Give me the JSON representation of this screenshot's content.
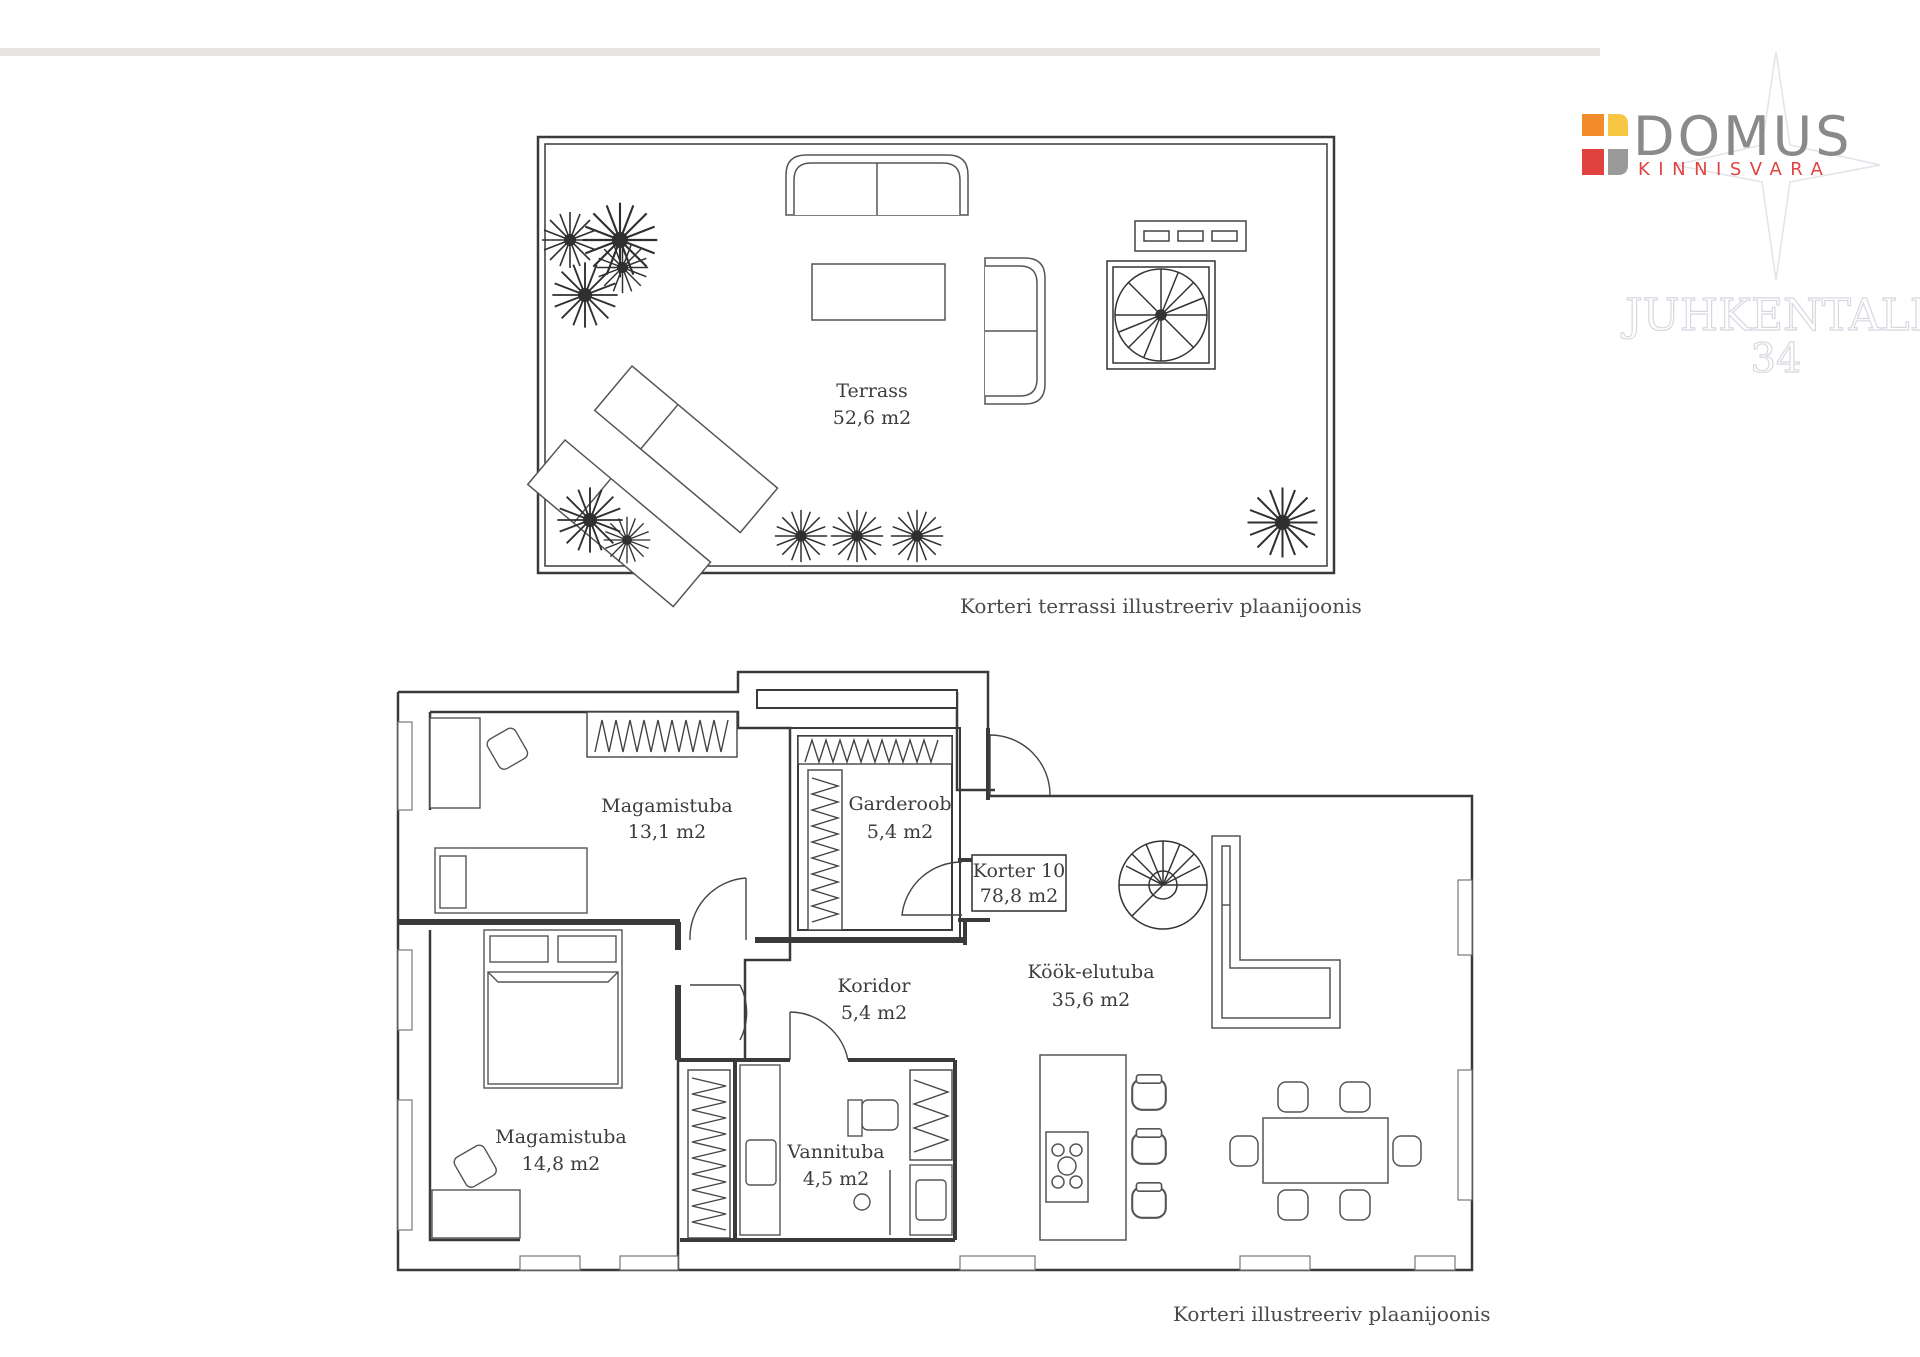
{
  "brand": {
    "name": "DOMUS",
    "subname": "KINNISVARA",
    "accent_red": "#e0433f",
    "accent_orange": "#f28c2a",
    "accent_yellow": "#f7c744",
    "accent_gray": "#9a9a9a"
  },
  "project_mark": {
    "line1": "JUHKENTALI",
    "line2": "34"
  },
  "terrace_plan": {
    "caption": "Korteri terrassi illustreeriv plaanijoonis",
    "rooms": [
      {
        "name": "Terrass",
        "area": "52,6 m2"
      }
    ]
  },
  "apartment_plan": {
    "caption": "Korteri illustreeriv plaanijoonis",
    "unit": {
      "name": "Korter 10",
      "area": "78,8 m2"
    },
    "rooms": [
      {
        "name": "Magamistuba",
        "area": "13,1 m2"
      },
      {
        "name": "Garderoob",
        "area": "5,4 m2"
      },
      {
        "name": "Köök-elutuba",
        "area": "35,6 m2"
      },
      {
        "name": "Koridor",
        "area": "5,4 m2"
      },
      {
        "name": "Magamistuba",
        "area": "14,8 m2"
      },
      {
        "name": "Vannituba",
        "area": "4,5 m2"
      }
    ]
  }
}
